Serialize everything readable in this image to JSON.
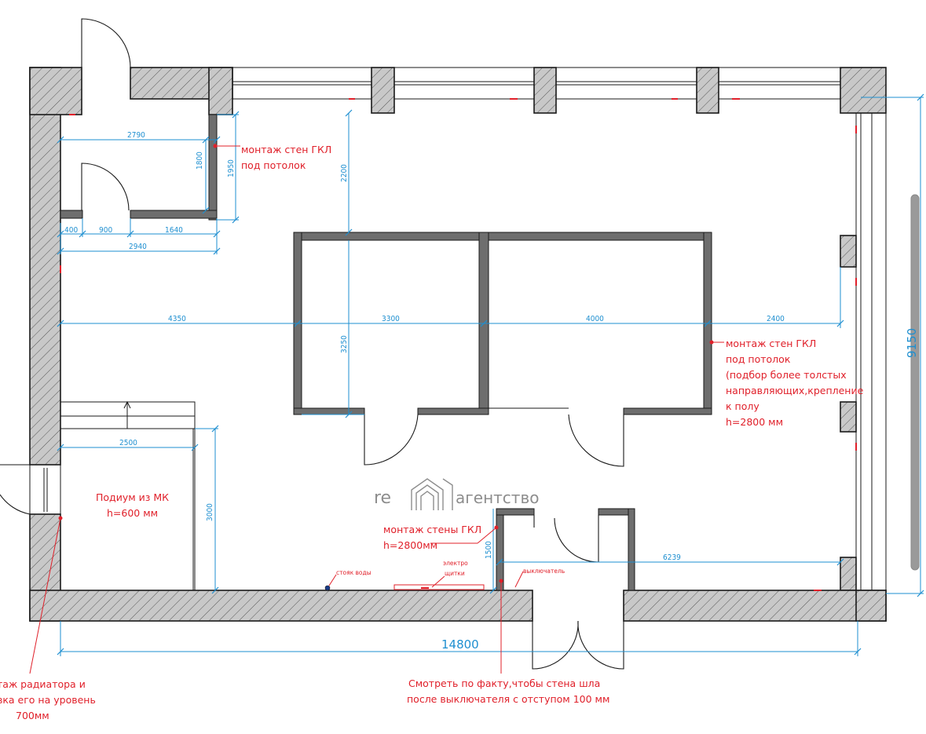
{
  "plan": {
    "dimensions": {
      "d2790": "2790",
      "d1800": "1800",
      "d1950": "1950",
      "d2200": "2200",
      "d400": "400",
      "d900": "900",
      "d1640": "1640",
      "d2940": "2940",
      "d4350": "4350",
      "d3300": "3300",
      "d4000": "4000",
      "d2400": "2400",
      "d3250": "3250",
      "d2500": "2500",
      "d3000": "3000",
      "d1500": "1500",
      "d6239": "6239",
      "d14800": "14800",
      "d9150": "9150"
    },
    "notes": {
      "gkl_top": [
        "монтаж стен ГКЛ",
        "под потолок"
      ],
      "gkl_right": [
        "монтаж стен ГКЛ",
        "под потолок",
        "(подбор более толстых",
        "направляющих,крепление",
        "к полу",
        "h=2800 мм"
      ],
      "podium": [
        "Подиум из МК",
        "h=600 мм"
      ],
      "gkl_wall": [
        "монтаж стены ГКЛ",
        "h=2800мм"
      ],
      "water_riser": "стояк воды",
      "electro": [
        "электро",
        "щитки"
      ],
      "switch": "выключатель",
      "radiator": [
        "таж радиатора и",
        "вка его на уровень",
        "700мм"
      ],
      "check_fact": [
        "Смотреть по факту,чтобы стена шла",
        "после выключателя с отступом 100 мм"
      ]
    },
    "watermark": {
      "brand": "re",
      "word": "агентство"
    }
  }
}
